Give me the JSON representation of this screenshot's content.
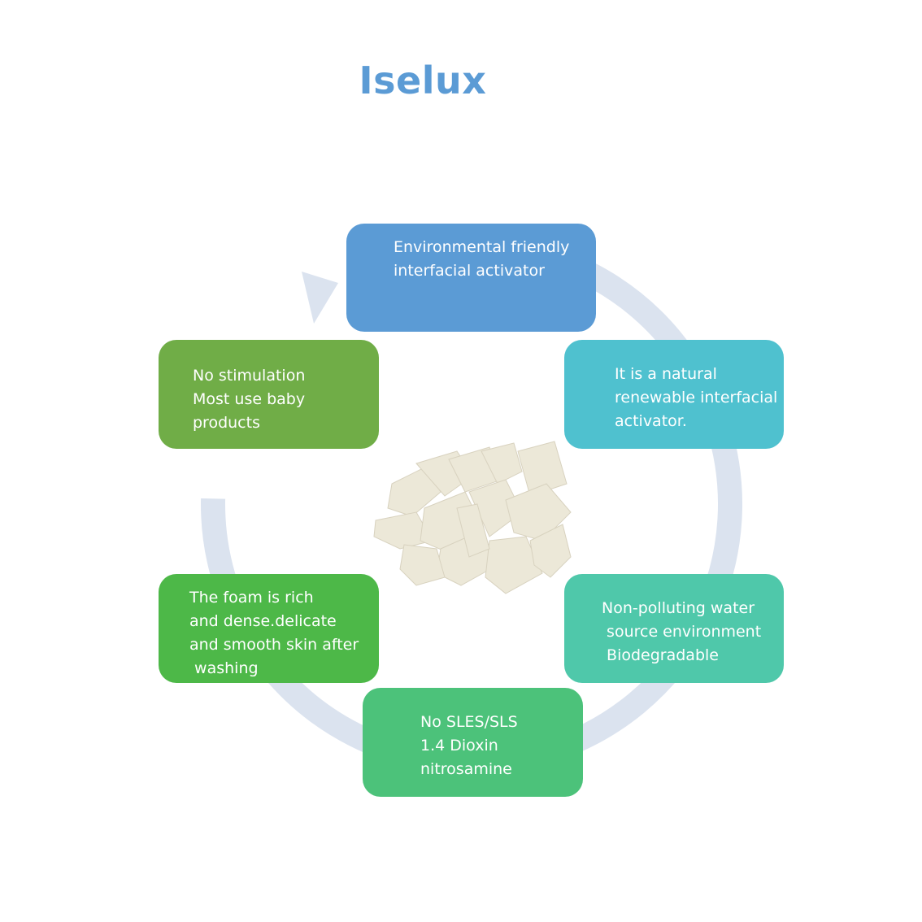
{
  "title": "Iselux",
  "colors": {
    "title": "#5b9bd5",
    "ring": "#dbe3ef",
    "box_1": "#5b9bd5",
    "box_2": "#4fc1cf",
    "box_3": "#4fc8aa",
    "box_4": "#4cc27a",
    "box_5": "#4db848",
    "box_6": "#70ad47",
    "flakes": "#ece8d8"
  },
  "cycle": [
    {
      "lines": [
        "Environmental friendly",
        "interfacial activator"
      ]
    },
    {
      "lines": [
        "It is a natural",
        "renewable interfacial",
        "activator."
      ]
    },
    {
      "lines": [
        "Non-polluting water",
        " source environment",
        " Biodegradable"
      ]
    },
    {
      "lines": [
        "No SLES/SLS",
        "1.4 Dioxin",
        "nitrosamine"
      ]
    },
    {
      "lines": [
        "The foam is rich",
        "and dense.delicate",
        "and smooth skin after",
        " washing"
      ]
    },
    {
      "lines": [
        "No stimulation",
        "Most use baby",
        "products"
      ]
    }
  ],
  "center_image": {
    "icon": "white-flakes-image"
  }
}
